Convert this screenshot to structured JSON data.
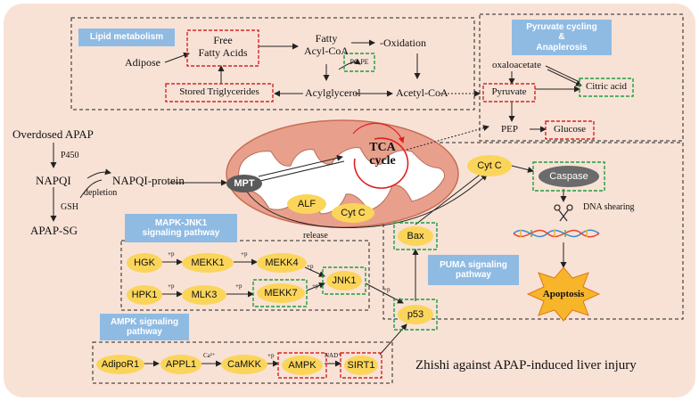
{
  "lipid": {
    "section_label": "Lipid metabolism",
    "adipose": "Adipose",
    "free_fatty_acids": "Free\nFatty Acids",
    "fatty_acyl_coa": "Fatty\nAcyl-CoA",
    "beta_oxidation": "-Oxidation",
    "pc_pe": "PC PE",
    "stored_triglycerides": "Stored Triglycerides",
    "acylglycerol": "Acylglycerol",
    "acetyl_coa": "Acetyl-CoA"
  },
  "pyruvate_cycling": {
    "section_label": "Pyruvate cycling\n&\nAnaplerosis",
    "oxaloacetate": "oxaloacetate",
    "pyruvate": "Pyruvate",
    "citric_acid": "Citric acid",
    "pep": "PEP",
    "glucose": "Glucose"
  },
  "apap": {
    "overdosed": "Overdosed APAP",
    "p450": "P450",
    "napqi": "NAPQI",
    "napqi_protein": "NAPQI-protein",
    "depletion": "depletion",
    "gsh": "GSH",
    "apap_sg": "APAP-SG"
  },
  "mitochondria": {
    "mpt": "MPT",
    "tca": "TCA\ncycle",
    "alf": "ALF",
    "cyt_c": "Cyt C",
    "release": "release"
  },
  "puma": {
    "section_label": "PUMA signaling\npathway",
    "cyt_c": "Cyt C",
    "caspase": "Caspase",
    "dna_shearing": "DNA shearing",
    "apoptosis": "Apoptosis",
    "bax": "Bax",
    "p53": "p53"
  },
  "mapk": {
    "section_label": "MAPK-JNK1\nsignaling pathway",
    "hgk": "HGK",
    "mekk1": "MEKK1",
    "mekk4": "MEKK4",
    "hpk1": "HPK1",
    "mlk3": "MLK3",
    "mekk7": "MEKK7",
    "jnk1": "JNK1",
    "plus_p": "+p"
  },
  "ampk": {
    "section_label": "AMPK signaling\npathway",
    "adipor1": "AdipoR1",
    "appl1": "APPL1",
    "ca": "Ca²⁺",
    "camkk": "CaMKK",
    "plus_p": "+p",
    "ampk": "AMPK",
    "nad": "NAD⁺",
    "sirt1": "SIRT1"
  },
  "caption": "Zhishi against APAP-induced liver injury",
  "colors": {
    "background": "#f8e2d6",
    "label_blue": "#8fbbe3",
    "node_yellow": "#fbd55a",
    "dash_red": "#d62626",
    "dash_green": "#1f9e3c",
    "mito_outer": "#e8917a",
    "tca_red": "#e02020"
  }
}
